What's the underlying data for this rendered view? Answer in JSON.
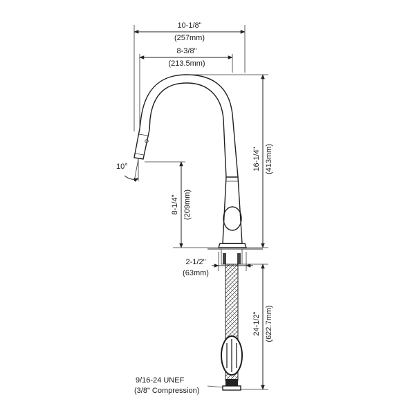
{
  "dimensions": {
    "overall_reach": {
      "imperial": "10-1/8\"",
      "metric": "(257mm)"
    },
    "spout_reach": {
      "imperial": "8-3/8\"",
      "metric": "(213.5mm)"
    },
    "overall_height": {
      "imperial": "16-1/4\"",
      "metric": "(413mm)"
    },
    "spout_clearance": {
      "imperial": "8-1/4\"",
      "metric": "(209mm)"
    },
    "base_diameter": {
      "imperial": "2-1/2\"",
      "metric": "(63mm)"
    },
    "hose_length": {
      "imperial": "24-1/2\"",
      "metric": "(622.7mm)"
    },
    "spray_angle": "10°"
  },
  "connection": {
    "thread": "9/16-24 UNEF",
    "compression": "(3/8\" Compression)"
  },
  "colors": {
    "line": "#222222",
    "background": "#ffffff"
  }
}
